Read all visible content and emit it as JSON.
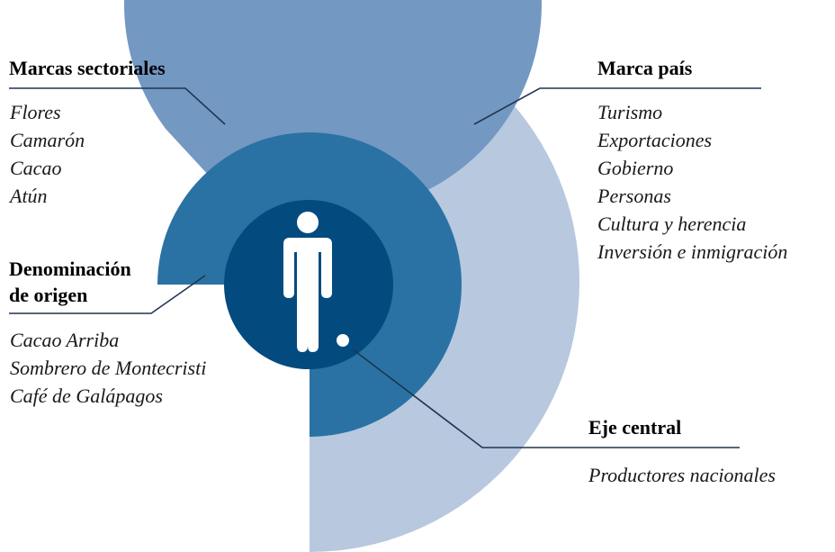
{
  "colors": {
    "outer_ring": "#b7c8df",
    "middle_ring": "#7398c2",
    "inner_ring": "#2a72a3",
    "core": "#034b7f",
    "figure": "#ffffff",
    "leader_line": "#1f3550"
  },
  "icons": {
    "center": "person-icon",
    "pointer": "ball-marker"
  },
  "sections": {
    "sectoral": {
      "title": "Marcas sectoriales",
      "items": [
        "Flores",
        "Camarón",
        "Cacao",
        "Atún"
      ]
    },
    "origin": {
      "title_line1": "Denominación",
      "title_line2": "de origen",
      "items": [
        "Cacao Arriba",
        "Sombrero de Montecristi",
        "Café de Galápagos"
      ]
    },
    "country": {
      "title": "Marca país",
      "items": [
        "Turismo",
        "Exportaciones",
        "Gobierno",
        "Personas",
        "Cultura y herencia",
        "Inversión e inmigración"
      ]
    },
    "central": {
      "title": "Eje central",
      "items": [
        "Productores nacionales"
      ]
    }
  }
}
